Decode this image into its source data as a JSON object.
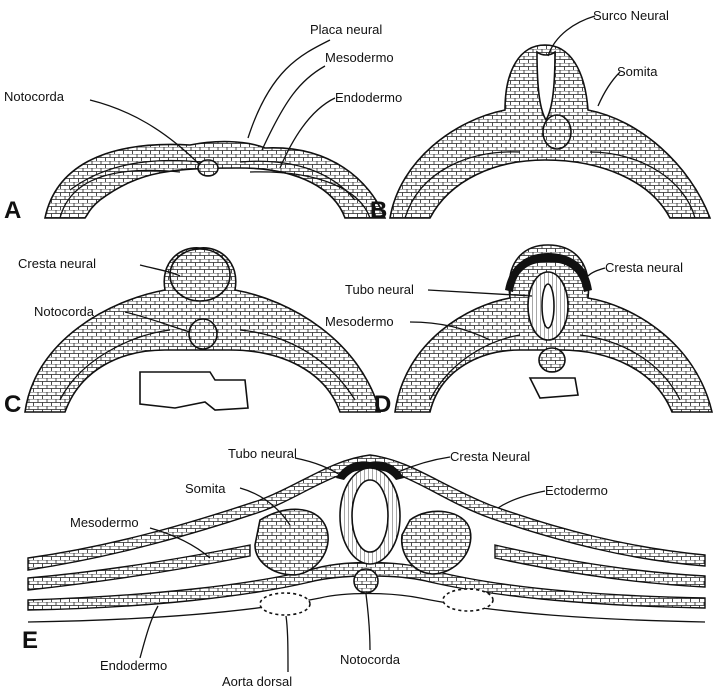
{
  "panels": {
    "A": {
      "letter": "A",
      "placa_neural": "Placa neural",
      "mesodermo": "Mesodermo",
      "notocorda": "Notocorda",
      "endodermo": "Endodermo"
    },
    "B": {
      "letter": "B",
      "surco_neural": "Surco Neural",
      "somita": "Somita"
    },
    "C": {
      "letter": "C",
      "cresta_neural": "Cresta neural",
      "notocorda": "Notocorda"
    },
    "D": {
      "letter": "D",
      "cresta_neural": "Cresta neural",
      "tubo_neural": "Tubo neural",
      "mesodermo": "Mesodermo"
    },
    "E": {
      "letter": "E",
      "tubo_neural": "Tubo neural",
      "cresta_neural": "Cresta Neural",
      "somita": "Somita",
      "ectodermo": "Ectodermo",
      "mesodermo": "Mesodermo",
      "endodermo": "Endodermo",
      "notocorda": "Notocorda",
      "aorta_dorsal": "Aorta dorsal"
    }
  },
  "colors": {
    "ink": "#111111",
    "paper": "#ffffff",
    "crest": "#111111"
  }
}
